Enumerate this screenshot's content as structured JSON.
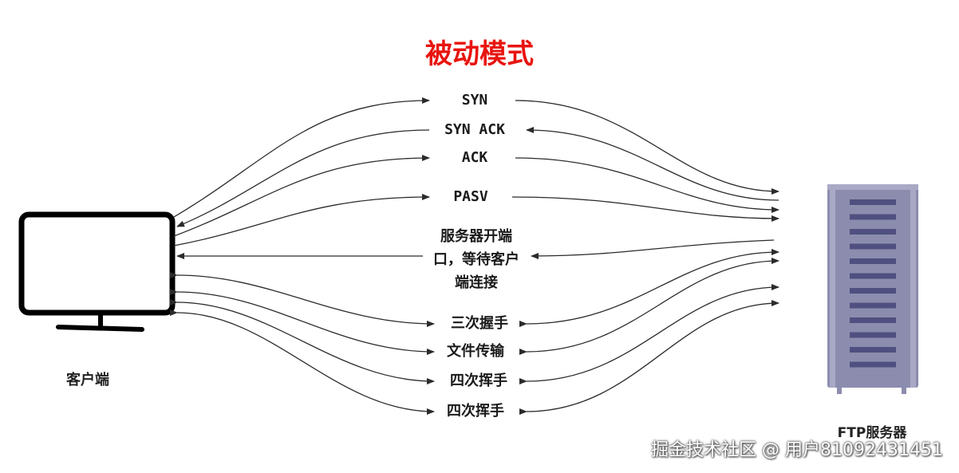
{
  "title": "被动模式",
  "client": {
    "label": "客户端"
  },
  "server": {
    "label": "FTP服务器"
  },
  "messages": {
    "syn": "SYN",
    "syn_ack": "SYN ACK",
    "ack": "ACK",
    "pasv": "PASV",
    "open_port": "服务器开端\n口，等待客户\n端连接",
    "handshake": "三次握手",
    "transfer": "文件传输",
    "wave1": "四次挥手",
    "wave2": "四次挥手"
  },
  "watermark": "掘金技术社区 @ 用户81092431451",
  "colors": {
    "title": "#e8140f",
    "arrow": "#2b2b2b",
    "monitor": "#000000",
    "server_body": "#8c8cae",
    "server_slots": "#4f5080"
  }
}
